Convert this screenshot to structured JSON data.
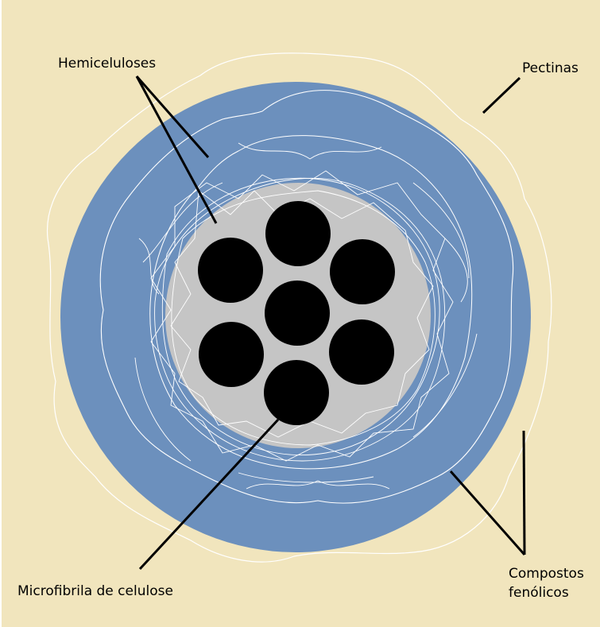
{
  "labels": {
    "hemicelluloses": "Hemiceluloses",
    "pectins": "Pectinas",
    "microfibril": "Microfibrila de celulose",
    "phenolics_line1": "Compostos",
    "phenolics_line2": "fenólicos"
  },
  "colors": {
    "background": "#f1e5bd",
    "pectin_matrix": "#6c90bd",
    "hemicellulose_core": "#c5c5c5",
    "microfibril": "#000000",
    "phenolic_strands": "#ffffff"
  }
}
